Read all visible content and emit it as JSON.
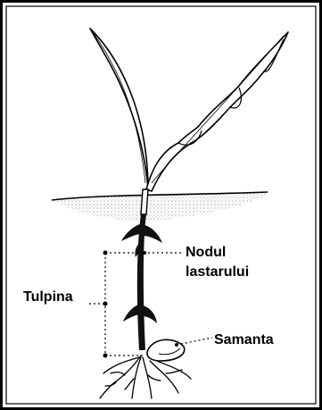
{
  "diagram": {
    "labels": {
      "node": [
        "Nodul",
        "lastarului"
      ],
      "stem": "Tulpina",
      "seed": "Samanta"
    }
  }
}
